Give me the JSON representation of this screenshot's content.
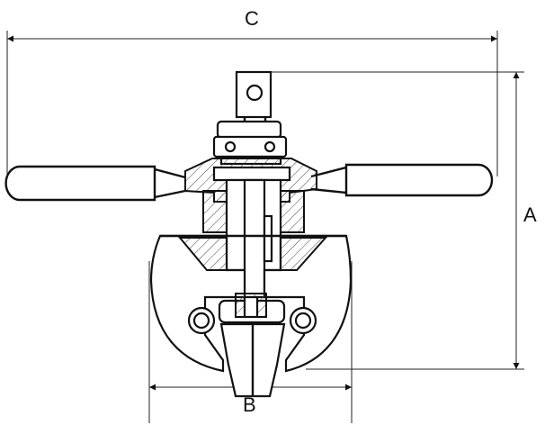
{
  "diagram": {
    "dimensions": [
      {
        "id": "A",
        "label": "A"
      },
      {
        "id": "B",
        "label": "B"
      },
      {
        "id": "C",
        "label": "C"
      }
    ]
  }
}
